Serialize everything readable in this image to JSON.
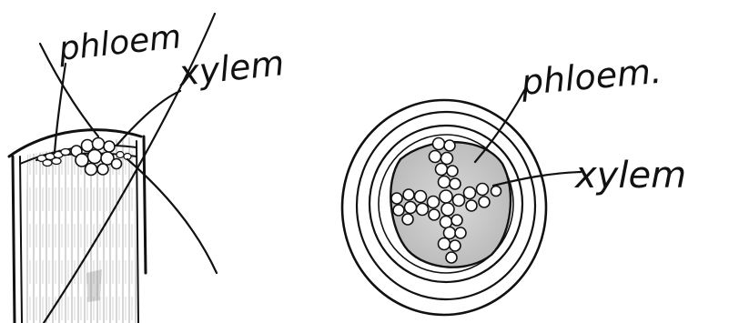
{
  "labels": {
    "stem_longitudinal": {
      "phloem": "phloem",
      "xylem": "xylem"
    },
    "stem_cross_section": {
      "phloem": "phloem.",
      "xylem": "xylem"
    }
  },
  "colors": {
    "ink": "#111111",
    "paper": "#ffffff"
  }
}
